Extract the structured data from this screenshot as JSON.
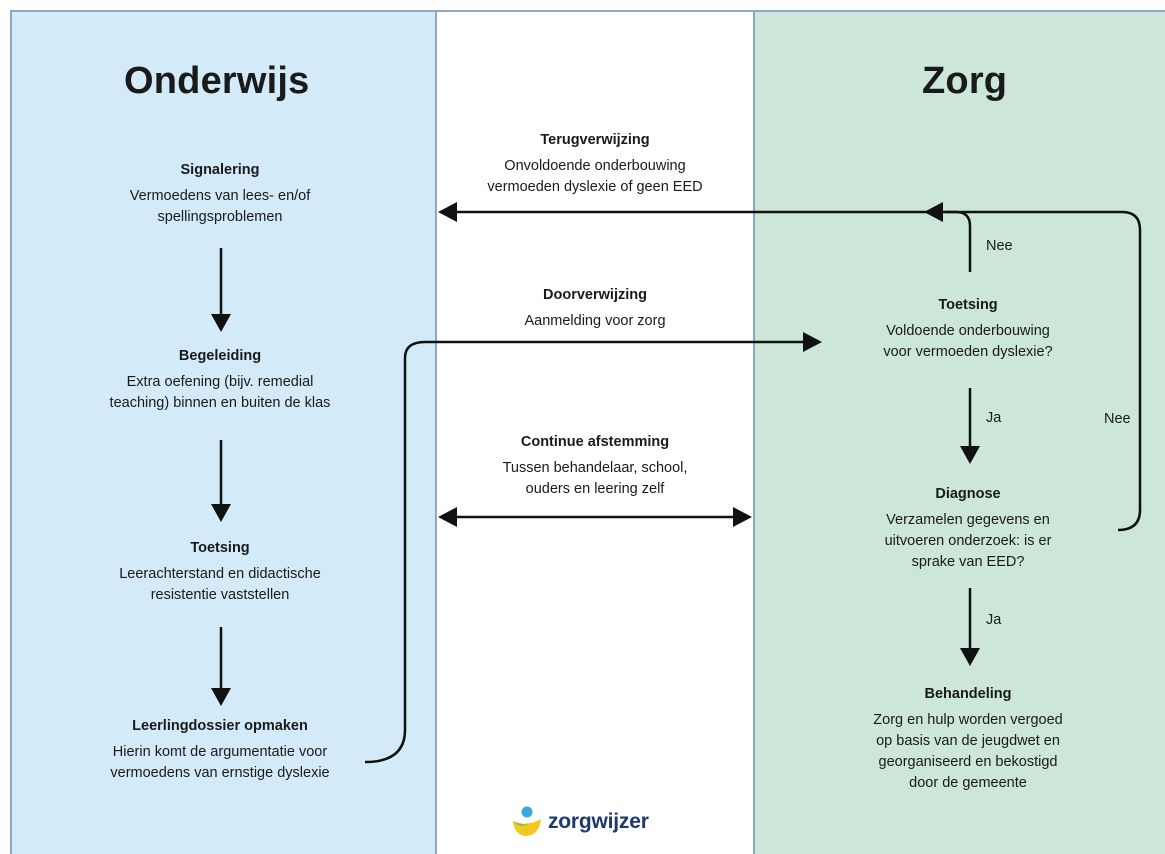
{
  "colors": {
    "onderwijs_bg": "#d3ebf8",
    "zorg_bg": "#cce6d9",
    "border": "#8da9bf",
    "arrow": "#111111"
  },
  "onderwijs": {
    "title": "Onderwijs",
    "steps": [
      {
        "title": "Signalering",
        "lines": [
          "Vermoedens van lees- en/of",
          "spellingsproblemen"
        ]
      },
      {
        "title": "Begeleiding",
        "lines": [
          "Extra oefening (bijv. remedial",
          "teaching) binnen en buiten de klas"
        ]
      },
      {
        "title": "Toetsing",
        "lines": [
          "Leerachterstand en didactische",
          "resistentie vaststellen"
        ]
      },
      {
        "title": "Leerlingdossier opmaken",
        "lines": [
          "Hierin komt de argumentatie voor",
          "vermoedens van ernstige dyslexie"
        ]
      }
    ]
  },
  "middle": {
    "terugverwijzing": {
      "title": "Terugverwijzing",
      "lines": [
        "Onvoldoende onderbouwing",
        "vermoeden dyslexie of geen EED"
      ]
    },
    "doorverwijzing": {
      "title": "Doorverwijzing",
      "lines": [
        "Aanmelding voor zorg"
      ]
    },
    "afstemming": {
      "title": "Continue afstemming",
      "lines": [
        "Tussen behandelaar, school,",
        "ouders en leering zelf"
      ]
    }
  },
  "zorg": {
    "title": "Zorg",
    "steps": [
      {
        "title": "Toetsing",
        "lines": [
          "Voldoende onderbouwing",
          "voor vermoeden dyslexie?"
        ]
      },
      {
        "title": "Diagnose",
        "lines": [
          "Verzamelen gegevens en",
          "uitvoeren onderzoek: is er",
          "sprake van EED?"
        ]
      },
      {
        "title": "Behandeling",
        "lines": [
          "Zorg en hulp worden vergoed",
          "op basis van de jeugdwet en",
          "georganiseerd en bekostigd",
          "door de gemeente"
        ]
      }
    ],
    "labels": {
      "nee_top": "Nee",
      "nee_right": "Nee",
      "ja_1": "Ja",
      "ja_2": "Ja"
    }
  },
  "logo": {
    "text": "zorgwijzer",
    "icon": "zorgwijzer-logo-icon"
  }
}
